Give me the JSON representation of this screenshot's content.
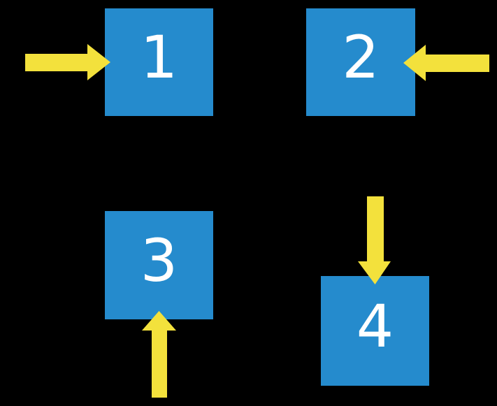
{
  "colors": {
    "background": "#000000",
    "box_fill": "#258BCD",
    "arrow_fill": "#F3E13C",
    "label_color": "#FFFFFF"
  },
  "boxes": [
    {
      "label": "1",
      "arrow": {
        "direction": "right",
        "enters_side": "left"
      }
    },
    {
      "label": "2",
      "arrow": {
        "direction": "left",
        "enters_side": "right"
      }
    },
    {
      "label": "3",
      "arrow": {
        "direction": "up",
        "enters_side": "bottom"
      }
    },
    {
      "label": "4",
      "arrow": {
        "direction": "down",
        "enters_side": "top"
      }
    }
  ]
}
